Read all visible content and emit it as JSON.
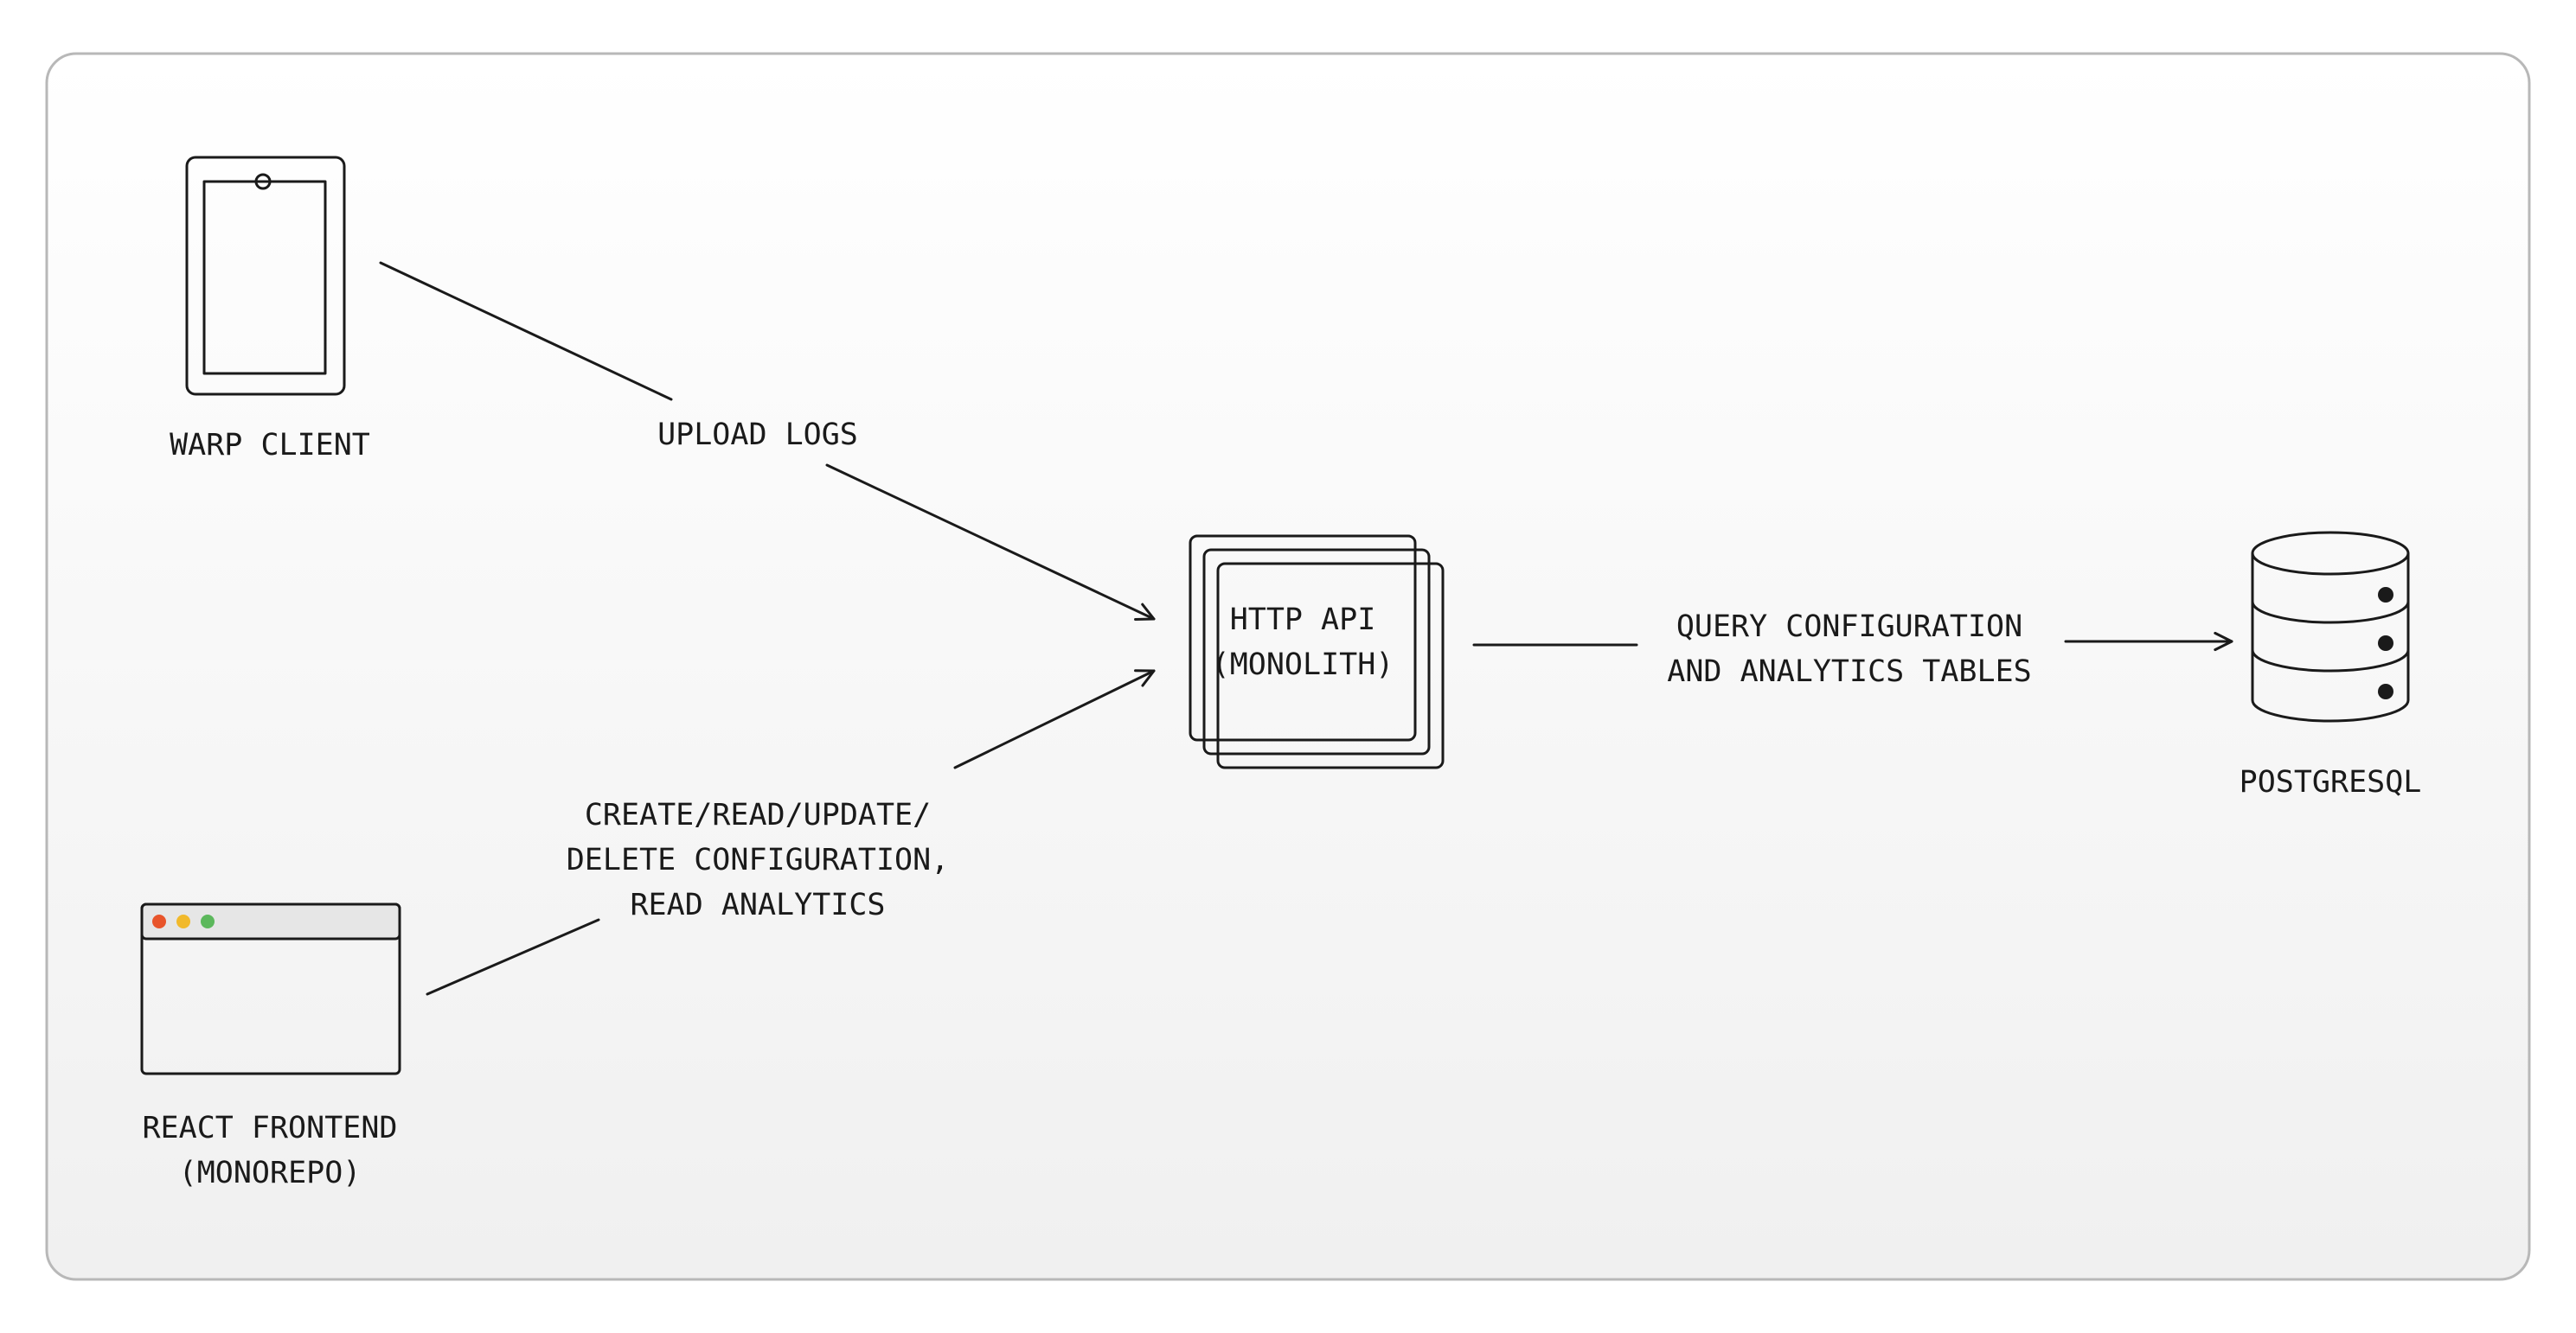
{
  "nodes": {
    "warp_client": {
      "label": "WARP CLIENT"
    },
    "react_frontend": {
      "label_line1": "REACT FRONTEND",
      "label_line2": "(MONOREPO)"
    },
    "http_api": {
      "label_line1": "HTTP API",
      "label_line2": "(MONOLITH)"
    },
    "postgresql": {
      "label": "POSTGRESQL"
    }
  },
  "edges": {
    "upload_logs": {
      "label": "UPLOAD LOGS"
    },
    "crud_config": {
      "label_line1": "CREATE/READ/UPDATE/",
      "label_line2": "DELETE CONFIGURATION,",
      "label_line3": "READ ANALYTICS"
    },
    "query_tables": {
      "label_line1": "QUERY CONFIGURATION",
      "label_line2": "AND ANALYTICS TABLES"
    }
  },
  "colors": {
    "stroke": "#1a1a1a",
    "frame_border": "#b8b8b8",
    "frame_fill": "#fafafa",
    "dot_red": "#e8542a",
    "dot_yellow": "#f1b92b",
    "dot_green": "#5cb85c"
  },
  "icons": [
    "tablet-icon",
    "browser-window-icon",
    "stacked-server-icon",
    "database-icon"
  ]
}
